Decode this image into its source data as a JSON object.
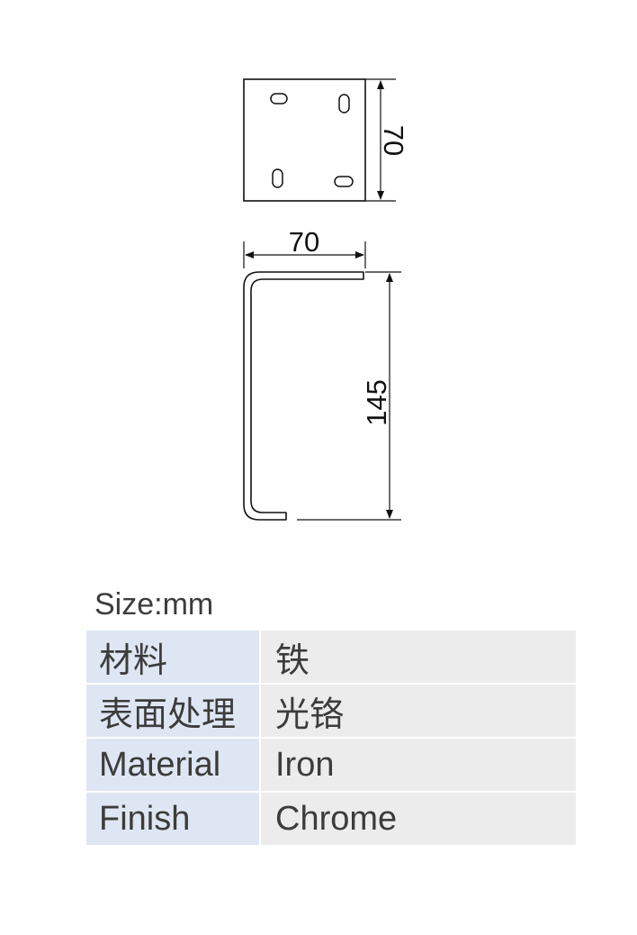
{
  "drawing": {
    "top_view": {
      "dimension": "70"
    },
    "side_view": {
      "width_dimension": "70",
      "height_dimension": "145"
    }
  },
  "size_label": "Size:mm",
  "specs": [
    {
      "key": "材料",
      "value": "铁"
    },
    {
      "key": "表面处理",
      "value": "光铬"
    },
    {
      "key": "Material",
      "value": "Iron"
    },
    {
      "key": "Finish",
      "value": "Chrome"
    }
  ],
  "colors": {
    "key_bg": "#dfe6f3",
    "value_bg": "#ececec",
    "line": "#111111"
  }
}
